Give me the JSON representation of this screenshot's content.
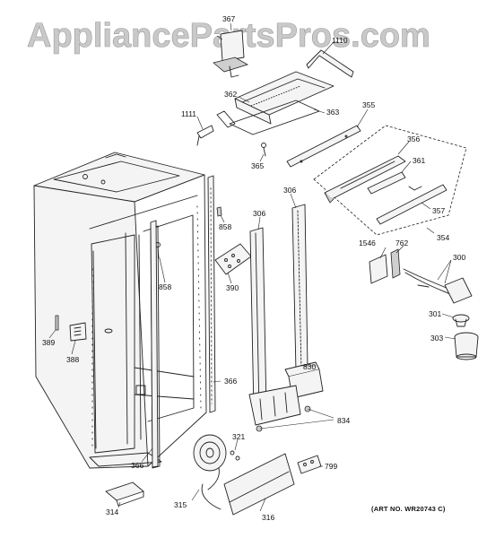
{
  "watermark": {
    "text": "AppliancePartsPros.com",
    "fill": "#c9c9c9"
  },
  "art_number": "(ART NO. WR20743 C)",
  "callouts": {
    "c367": "367",
    "c1110": "1110",
    "c362": "362",
    "c363": "363",
    "c1111": "1111",
    "c355": "355",
    "c365": "365",
    "c356": "356",
    "c361": "361",
    "c357": "357",
    "c354": "354",
    "c858a": "858",
    "c306a": "306",
    "c306b": "306",
    "c858b": "858",
    "c390": "390",
    "c1546": "1546",
    "c762": "762",
    "c300": "300",
    "c301": "301",
    "c303": "303",
    "c389": "389",
    "c388": "388",
    "c830": "830",
    "c366a": "366",
    "c366b": "366",
    "c834": "834",
    "c321": "321",
    "c799": "799",
    "c314": "314",
    "c315": "315",
    "c316": "316"
  }
}
